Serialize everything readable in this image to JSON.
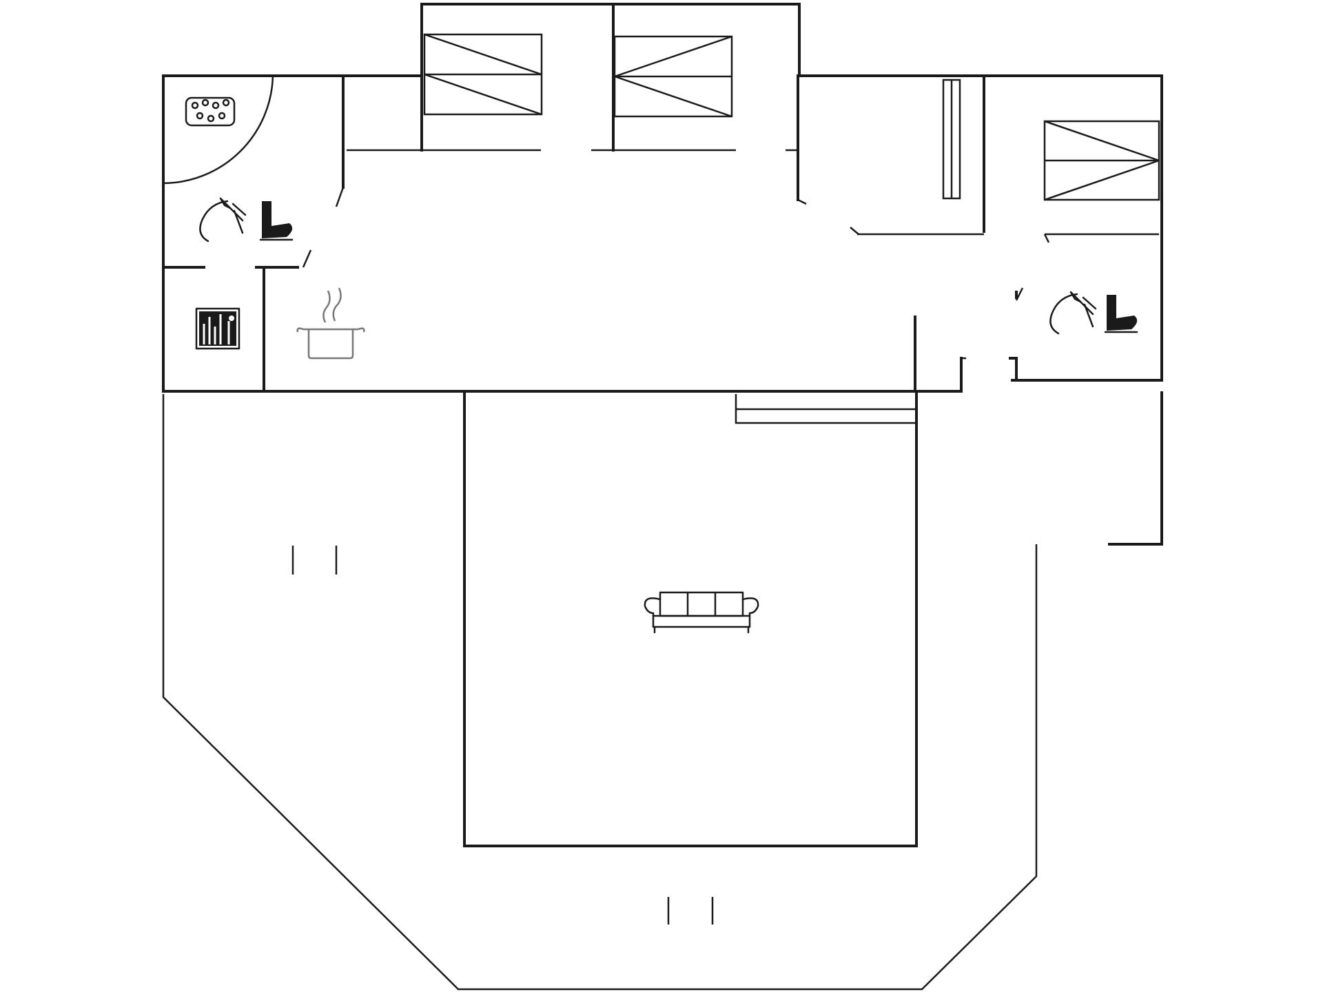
{
  "floorplan": {
    "title": "",
    "colors": {
      "wall": "#1a1a1a",
      "background": "#ffffff",
      "icon_secondary": "#777777"
    },
    "rooms": [
      {
        "id": "bathroom-1",
        "icons": [
          "whirlpool-icon",
          "shower-icon",
          "toilet-icon"
        ]
      },
      {
        "id": "utility-room",
        "icons": [
          "washing-machine-icon"
        ]
      },
      {
        "id": "kitchen",
        "icons": [
          "cooking-pot-icon"
        ]
      },
      {
        "id": "bedroom-1",
        "icons": [
          "bed-icon"
        ]
      },
      {
        "id": "bedroom-2",
        "icons": [
          "bed-icon"
        ]
      },
      {
        "id": "bedroom-3",
        "icons": [
          "bed-icon"
        ]
      },
      {
        "id": "bathroom-2",
        "icons": [
          "shower-icon",
          "toilet-icon"
        ]
      },
      {
        "id": "living-room",
        "icons": [
          "sofa-icon"
        ]
      },
      {
        "id": "terrace",
        "icons": [
          "door-marker-icon",
          "door-marker-icon"
        ]
      }
    ]
  }
}
